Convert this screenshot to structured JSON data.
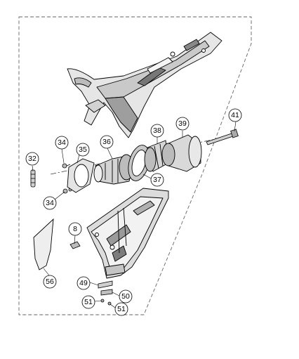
{
  "callouts": [
    {
      "label": "8"
    },
    {
      "label": "32"
    },
    {
      "label": "34"
    },
    {
      "label": "34"
    },
    {
      "label": "35"
    },
    {
      "label": "36"
    },
    {
      "label": "37"
    },
    {
      "label": "38"
    },
    {
      "label": "39"
    },
    {
      "label": "41"
    },
    {
      "label": "49"
    },
    {
      "label": "50"
    },
    {
      "label": "51"
    },
    {
      "label": "51"
    },
    {
      "label": "56"
    }
  ],
  "colors": {
    "line": "#000000",
    "light": "#d8d8d8",
    "mid": "#bdbdbd",
    "dark": "#555555"
  }
}
